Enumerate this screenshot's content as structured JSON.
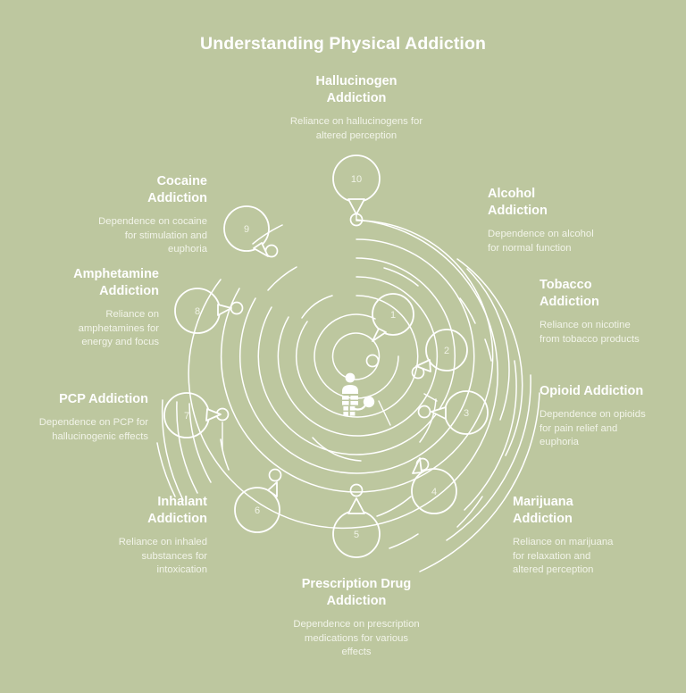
{
  "header": {
    "title": "Understanding Physical Addiction"
  },
  "colors": {
    "background": "#bdc79f",
    "line": "#ffffff",
    "title_text": "#ffffff",
    "body_text": "#f2f4e9",
    "node_number": "#f0f3e6"
  },
  "center": {
    "icon": "person-with-ball-and-chain-icon"
  },
  "chart_data": {
    "type": "diagram",
    "layout": "radial-spiral",
    "title": "Understanding Physical Addiction",
    "node_count": 10,
    "items": [
      {
        "number": "1",
        "title": "Alcohol Addiction",
        "desc": "Dependence on alcohol for normal function"
      },
      {
        "number": "2",
        "title": "Tobacco Addiction",
        "desc": "Reliance on nicotine from tobacco products"
      },
      {
        "number": "3",
        "title": "Opioid Addiction",
        "desc": "Dependence on opioids for pain relief and euphoria"
      },
      {
        "number": "4",
        "title": "Marijuana Addiction",
        "desc": "Reliance on marijuana for relaxation and altered perception"
      },
      {
        "number": "5",
        "title": "Prescription Drug Addiction",
        "desc": "Dependence on prescription medications for various effects"
      },
      {
        "number": "6",
        "title": "Inhalant Addiction",
        "desc": "Reliance on inhaled substances for intoxication"
      },
      {
        "number": "7",
        "title": "PCP Addiction",
        "desc": "Dependence on PCP for hallucinogenic effects"
      },
      {
        "number": "8",
        "title": "Amphetamine Addiction",
        "desc": "Reliance on amphetamines for energy and focus"
      },
      {
        "number": "9",
        "title": "Cocaine Addiction",
        "desc": "Dependence on cocaine for stimulation and euphoria"
      },
      {
        "number": "10",
        "title": "Hallucinogen Addiction",
        "desc": "Reliance on hallucinogens for altered perception"
      }
    ]
  },
  "nodes": {
    "n1": {
      "number": "1"
    },
    "n2": {
      "number": "2"
    },
    "n3": {
      "number": "3"
    },
    "n4": {
      "number": "4"
    },
    "n5": {
      "number": "5"
    },
    "n6": {
      "number": "6"
    },
    "n7": {
      "number": "7"
    },
    "n8": {
      "number": "8"
    },
    "n9": {
      "number": "9"
    },
    "n10": {
      "number": "10"
    }
  },
  "labels": {
    "alcohol": {
      "title_line1": "Alcohol",
      "title_line2": "Addiction",
      "desc": "Dependence on alcohol\nfor normal function"
    },
    "tobacco": {
      "title_line1": "Tobacco",
      "title_line2": "Addiction",
      "desc": "Reliance on nicotine\nfrom tobacco products"
    },
    "opioid": {
      "title_line1": "Opioid Addiction",
      "title_line2": "",
      "desc": "Dependence on opioids\nfor pain relief and\neuphoria"
    },
    "marijuana": {
      "title_line1": "Marijuana",
      "title_line2": "Addiction",
      "desc": "Reliance on marijuana\nfor relaxation and\naltered perception"
    },
    "prescription": {
      "title_line1": "Prescription Drug",
      "title_line2": "Addiction",
      "desc": "Dependence on prescription\nmedications for various\neffects"
    },
    "inhalant": {
      "title_line1": "Inhalant",
      "title_line2": "Addiction",
      "desc": "Reliance on inhaled\nsubstances for\nintoxication"
    },
    "pcp": {
      "title_line1": "PCP Addiction",
      "title_line2": "",
      "desc": "Dependence on PCP for\nhallucinogenic effects"
    },
    "amphetamine": {
      "title_line1": "Amphetamine",
      "title_line2": "Addiction",
      "desc": "Reliance on\namphetamines for\nenergy and focus"
    },
    "cocaine": {
      "title_line1": "Cocaine",
      "title_line2": "Addiction",
      "desc": "Dependence on cocaine\nfor stimulation and\neuphoria"
    },
    "hallucinogen": {
      "title_line1": "Hallucinogen",
      "title_line2": "Addiction",
      "desc": "Reliance on hallucinogens for\naltered perception"
    }
  }
}
